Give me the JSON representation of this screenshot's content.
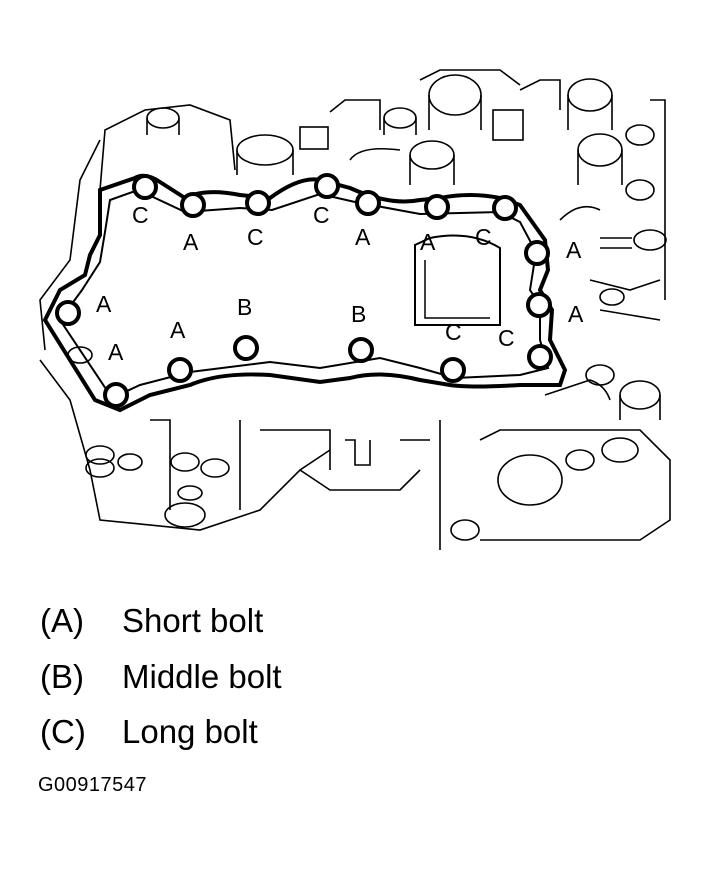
{
  "callouts": {
    "c1": "C",
    "a1": "A",
    "c2": "C",
    "c3": "C",
    "a2": "A",
    "a3": "A",
    "c4": "C",
    "a4": "A",
    "a5": "A",
    "a6": "A",
    "a7": "A",
    "b1": "B",
    "b2": "B",
    "c5": "C",
    "c6": "C",
    "a8": "A"
  },
  "legend": [
    {
      "key": "(A)",
      "text": "Short bolt"
    },
    {
      "key": "(B)",
      "text": "Middle bolt"
    },
    {
      "key": "(C)",
      "text": "Long bolt"
    }
  ],
  "figure_id": "G00917547",
  "colors": {
    "ink": "#000000",
    "background": "#ffffff"
  }
}
